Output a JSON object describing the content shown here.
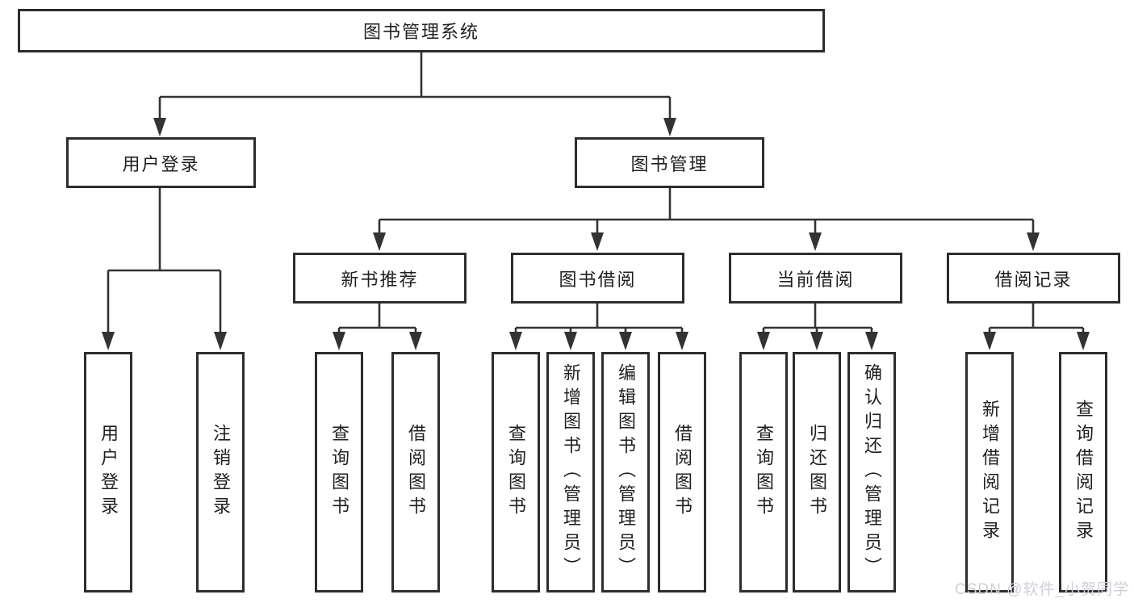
{
  "diagram": {
    "root": {
      "label": "图书管理系统"
    },
    "children": [
      {
        "label": "用户登录",
        "children": [
          {
            "label": "用户登录"
          },
          {
            "label": "注销登录"
          }
        ]
      },
      {
        "label": "图书管理",
        "children": [
          {
            "label": "新书推荐",
            "children": [
              {
                "label": "查询图书"
              },
              {
                "label": "借阅图书"
              }
            ]
          },
          {
            "label": "图书借阅",
            "children": [
              {
                "label": "查询图书"
              },
              {
                "label": "新增图书（管理员）"
              },
              {
                "label": "编辑图书（管理员）"
              },
              {
                "label": "借阅图书"
              }
            ]
          },
          {
            "label": "当前借阅",
            "children": [
              {
                "label": "查询图书"
              },
              {
                "label": "归还图书"
              },
              {
                "label": "确认归还（管理员）"
              }
            ]
          },
          {
            "label": "借阅记录",
            "children": [
              {
                "label": "新增借阅记录"
              },
              {
                "label": "查询借阅记录"
              }
            ]
          }
        ]
      }
    ]
  },
  "watermark": {
    "text": "CSDN @软件_小贺同学"
  },
  "colors": {
    "line": "#333333",
    "border": "#2d2d2d",
    "text": "#1f1f1f",
    "background": "#ffffff",
    "watermark": "#cdd0d6"
  }
}
